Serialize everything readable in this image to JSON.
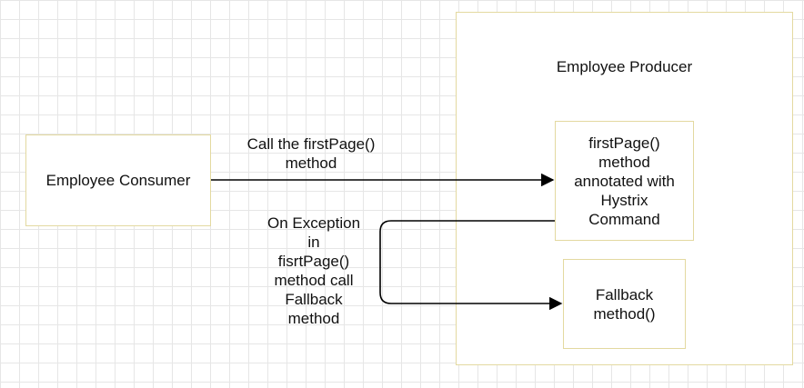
{
  "producer": {
    "title": "Employee Producer"
  },
  "consumer": {
    "label": "Employee Consumer"
  },
  "first_page_box": {
    "label": "firstPage()\nmethod\nannotated with\nHystrix\nCommand"
  },
  "fallback_box": {
    "label": "Fallback\nmethod()"
  },
  "edges": {
    "call_label": "Call the firstPage()\nmethod",
    "exception_label": "On Exception\nin\nfisrtPage()\nmethod call\nFallback\nmethod"
  },
  "colors": {
    "box_border": "#e3d9a0",
    "grid": "#e6e6e6",
    "arrow": "#000000"
  }
}
